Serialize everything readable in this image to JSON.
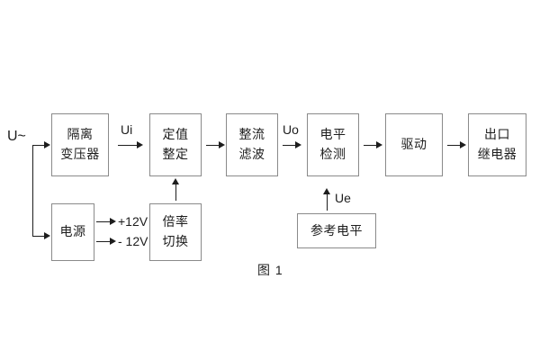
{
  "figure": {
    "caption": "图 1",
    "input_label": "U~",
    "colors": {
      "background": "#ffffff",
      "box_border": "#8a8a8a",
      "line": "#1d1d1d",
      "text": "#1d1d1d"
    }
  },
  "blocks": [
    {
      "id": "isolation-transformer",
      "line1": "隔离",
      "line2": "变压器"
    },
    {
      "id": "setting-adjust",
      "line1": "定值",
      "line2": "整定"
    },
    {
      "id": "rectify-filter",
      "line1": "整流",
      "line2": "滤波"
    },
    {
      "id": "level-detect",
      "line1": "电平",
      "line2": "检测"
    },
    {
      "id": "driver",
      "line1": "驱动",
      "line2": ""
    },
    {
      "id": "output-relay",
      "line1": "出口",
      "line2": "继电器"
    },
    {
      "id": "power-supply",
      "line1": "电源",
      "line2": ""
    },
    {
      "id": "multiplier-switch",
      "line1": "倍率",
      "line2": "切换"
    },
    {
      "id": "reference-level",
      "line1": "参考电平",
      "line2": ""
    }
  ],
  "signals": {
    "ui": "Ui",
    "uo": "Uo",
    "ue": "Ue",
    "rail_positive": "+12V",
    "rail_negative": "- 12V"
  }
}
